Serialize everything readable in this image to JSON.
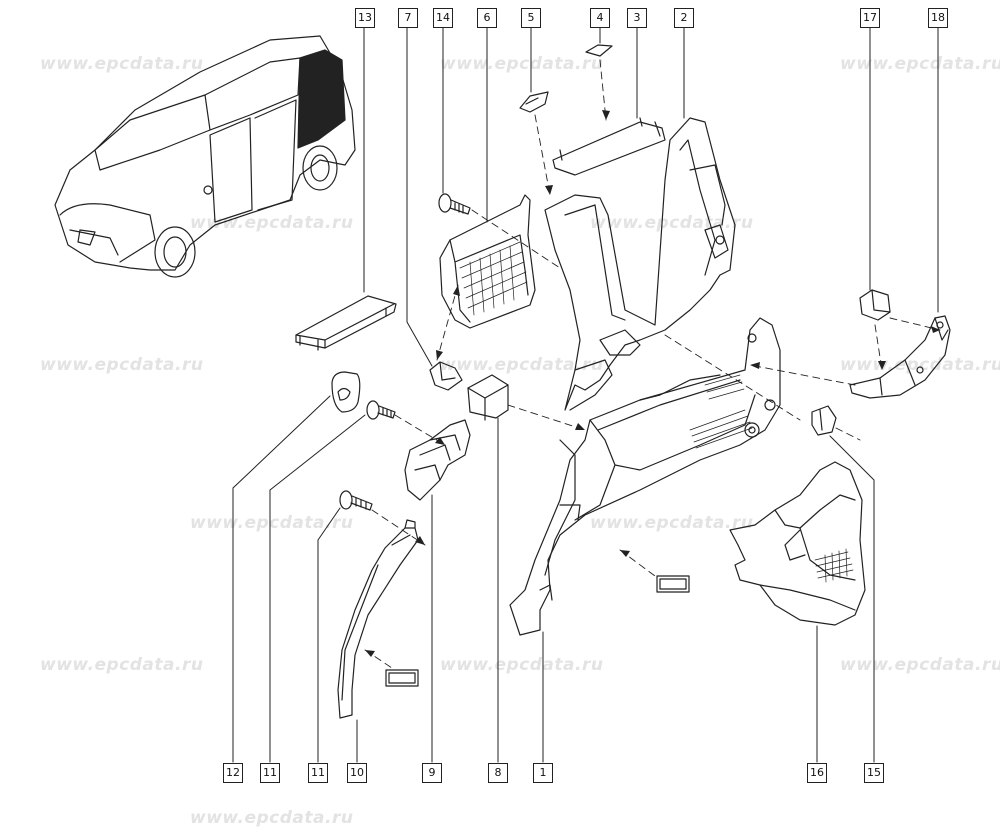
{
  "watermark": "www.epcdata.ru",
  "callouts": {
    "c13": "13",
    "c7": "7",
    "c14": "14",
    "c6": "6",
    "c5": "5",
    "c4": "4",
    "c3": "3",
    "c2": "2",
    "c17": "17",
    "c18": "18",
    "c12": "12",
    "c11a": "11",
    "c11b": "11",
    "c10": "10",
    "c9": "9",
    "c8": "8",
    "c1": "1",
    "c16": "16",
    "c15": "15"
  },
  "colors": {
    "line": "#222222",
    "watermark": "#e3e3e3",
    "background": "#ffffff"
  }
}
